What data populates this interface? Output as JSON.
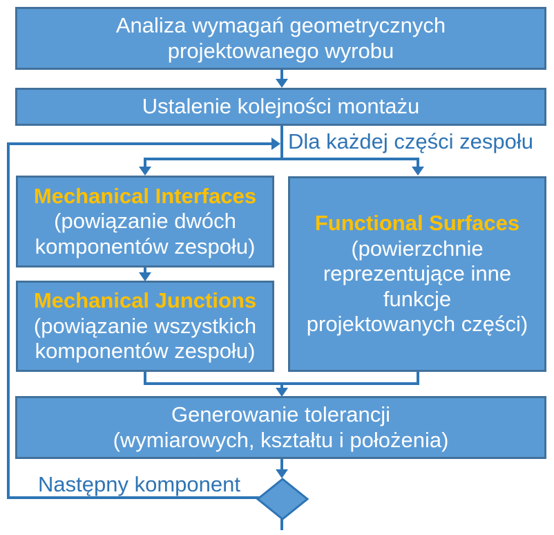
{
  "colors": {
    "box_fill": "#5B9BD5",
    "box_border": "#41719C",
    "connector": "#2E75B6",
    "heading_accent": "#FFC000",
    "box_text": "#FFFFFF",
    "label_text": "#2E74B5",
    "background": "#FFFFFF"
  },
  "flowchart": {
    "step1": {
      "text": "Analiza wymagań geometrycznych\nprojektowanego wyrobu"
    },
    "step2": {
      "text": "Ustalenie kolejności montażu"
    },
    "loop_label": "Dla każdej części zespołu",
    "mechanical_interfaces": {
      "title": "Mechanical Interfaces",
      "subtitle": "(powiązanie dwóch\nkomponentów zespołu)"
    },
    "mechanical_junctions": {
      "title": "Mechanical Junctions",
      "subtitle": "(powiązanie wszystkich\nkomponentów zespołu)"
    },
    "functional_surfaces": {
      "title": "Functional Surfaces",
      "subtitle": "(powierzchnie\nreprezentujące inne\nfunkcje\nprojektowanych części)"
    },
    "generate_tolerances": {
      "text": "Generowanie tolerancji\n(wymiarowych, kształtu i położenia)"
    },
    "next_component_label": "Następny komponent",
    "decision": {
      "shape": "diamond"
    }
  }
}
